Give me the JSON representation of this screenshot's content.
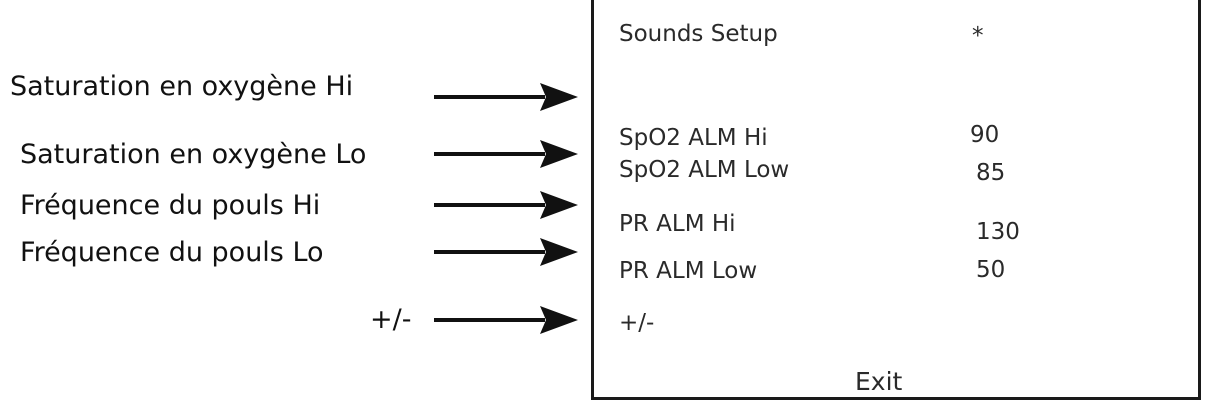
{
  "callouts": [
    {
      "label": "Saturation en oxygène Hi"
    },
    {
      "label": "Saturation en oxygène Lo"
    },
    {
      "label": "Fréquence du pouls Hi"
    },
    {
      "label": "Fréquence du pouls Lo"
    },
    {
      "label": "+/-"
    }
  ],
  "menu": {
    "title": "Sounds Setup",
    "title_marker": "*",
    "items": [
      {
        "label": "SpO2 ALM Hi",
        "value": "90"
      },
      {
        "label": "SpO2 ALM Low",
        "value": "85"
      },
      {
        "label": "PR ALM Hi",
        "value": "130"
      },
      {
        "label": "PR ALM Low",
        "value": "50"
      },
      {
        "label": "+/-",
        "value": ""
      }
    ],
    "exit_label": "Exit"
  },
  "colors": {
    "ink": "#111111",
    "menu_text": "#2a2a2a",
    "background": "#ffffff"
  }
}
